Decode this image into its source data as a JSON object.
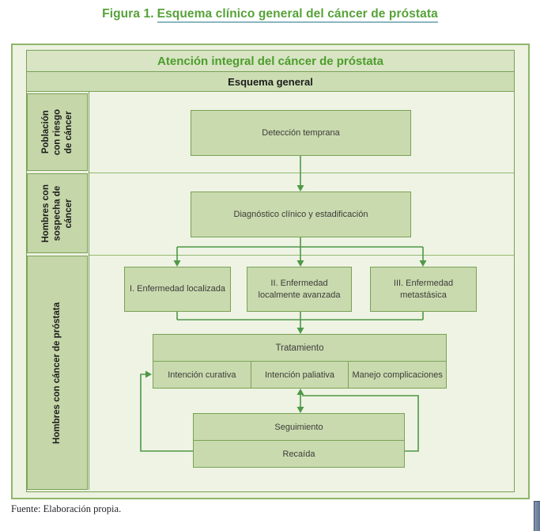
{
  "figure": {
    "label": "Figura 1.",
    "title": "Esquema clínico general del cáncer de próstata"
  },
  "diagram": {
    "header": "Atención integral del cáncer de próstata",
    "subheader": "Esquema general",
    "sidebar": {
      "rows": [
        {
          "lines": [
            "Población",
            "con riesgo",
            "de cáncer"
          ]
        },
        {
          "lines": [
            "Hombres con",
            "sospecha de",
            "cáncer"
          ]
        },
        {
          "lines": [
            "Hombres con cáncer de próstata"
          ]
        }
      ]
    },
    "nodes": {
      "deteccion": "Detección temprana",
      "diagnostico": "Diagnóstico clínico y estadificación",
      "stage1": "I. Enfermedad localizada",
      "stage2": "II. Enfermedad localmente avanzada",
      "stage3": "III. Enfermedad metastásica",
      "tratamiento": "Tratamiento",
      "curativa": "Intención curativa",
      "paliativa": "Intención paliativa",
      "complicaciones": "Manejo complicaciones",
      "seguimiento": "Seguimiento",
      "recaida": "Recaída"
    }
  },
  "footer": {
    "source": "Fuente: Elaboración propia."
  },
  "colors": {
    "title_green": "#56a238",
    "header_green_text": "#4d9d2c",
    "box_fill": "#c9daae",
    "sidebar_fill": "#c5d6a9",
    "panel_fill": "#edf2e1",
    "border_green": "#7aa257",
    "arrow_green": "#4f9847",
    "underline_blue": "#8db6c0"
  }
}
